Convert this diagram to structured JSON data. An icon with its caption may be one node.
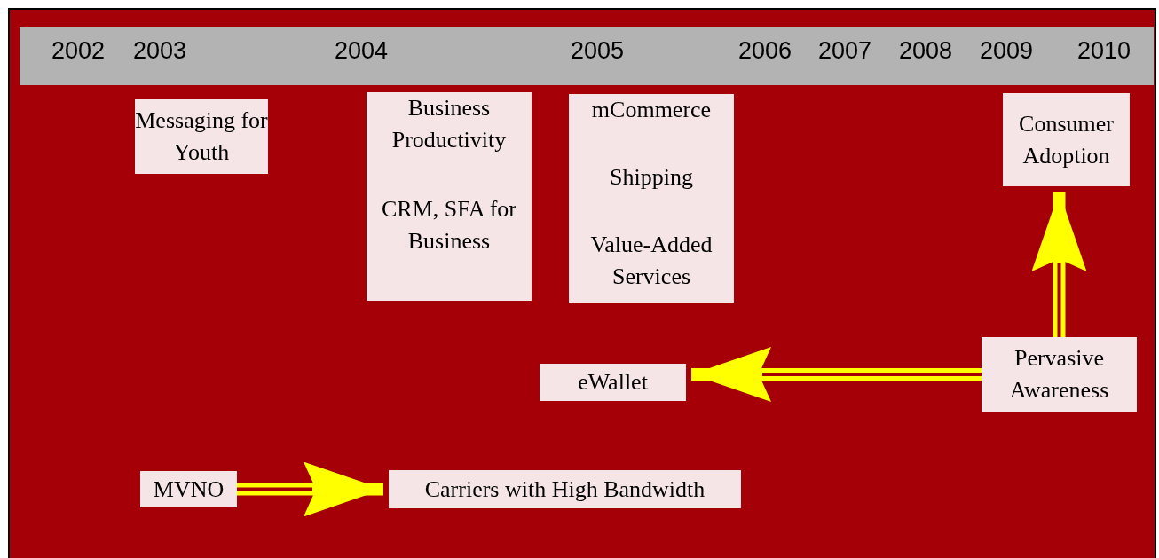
{
  "diagram": {
    "nodes": [
      {
        "text": [
          "Messaging for Youth"
        ]
      },
      {
        "text": [
          "Business Productivity",
          "CRM, SFA for Business"
        ]
      },
      {
        "text": [
          "mCommerce",
          "Shipping",
          "Value-Added Services"
        ]
      },
      {
        "text": [
          "Consumer Adoption"
        ]
      },
      {
        "text": [
          "eWallet"
        ]
      },
      {
        "text": [
          "Pervasive Awareness"
        ]
      },
      {
        "text": [
          "MVNO"
        ]
      },
      {
        "text": [
          "Carriers with High Bandwidth"
        ]
      }
    ],
    "edges": [
      {
        "from": 5,
        "to": 3,
        "arrow": "to"
      },
      {
        "from": 5,
        "to": 4,
        "arrow": "to"
      },
      {
        "from": 6,
        "to": 7,
        "arrow": "to"
      }
    ],
    "labels": [
      "2002",
      "2003",
      "2004",
      "2005",
      "2006",
      "2007",
      "2008",
      "2009",
      "2010"
    ]
  }
}
